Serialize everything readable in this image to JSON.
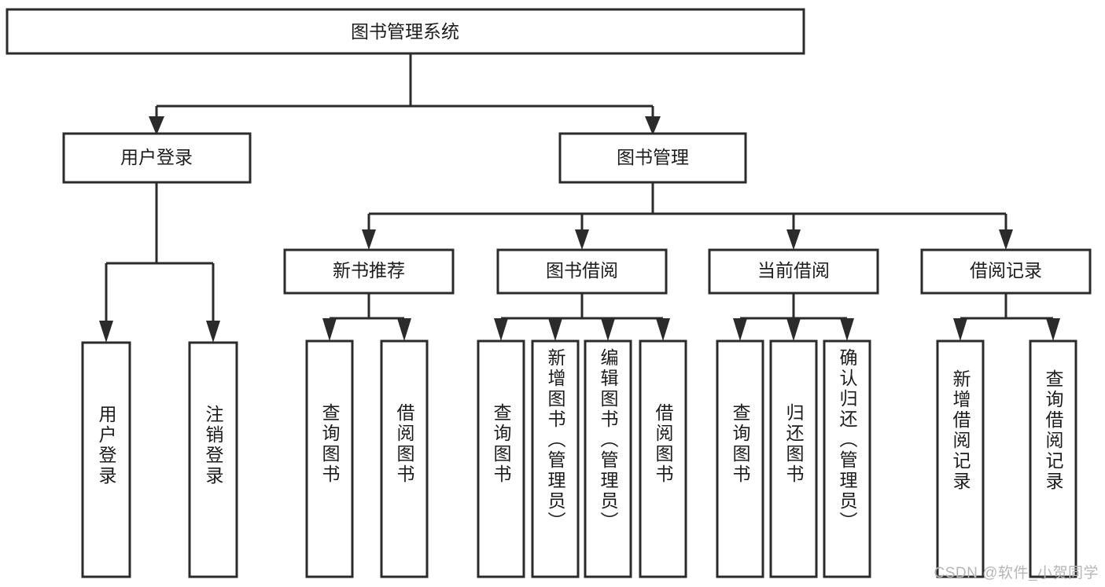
{
  "diagram": {
    "title": "图书管理系统",
    "type": "tree-hierarchy-diagram",
    "watermark": "CSDN @软件_小贺同学",
    "colors": {
      "stroke": "#2b2b2b",
      "fill": "#ffffff",
      "text": "#1c1c1c",
      "watermark": "#b6b6b6"
    },
    "nodes": {
      "root": {
        "label": "图书管理系统"
      },
      "level1": [
        {
          "id": "user-login",
          "label": "用户登录"
        },
        {
          "id": "book-management",
          "label": "图书管理"
        }
      ],
      "level2": [
        {
          "id": "new-book-recommend",
          "label": "新书推荐",
          "parent": "book-management"
        },
        {
          "id": "book-borrow",
          "label": "图书借阅",
          "parent": "book-management"
        },
        {
          "id": "current-borrow",
          "label": "当前借阅",
          "parent": "book-management"
        },
        {
          "id": "borrow-record",
          "label": "借阅记录",
          "parent": "book-management"
        }
      ],
      "leaves": {
        "user-login": [
          {
            "id": "leaf-user-login",
            "label": "用户登录"
          },
          {
            "id": "leaf-logout",
            "label": "注销登录"
          }
        ],
        "new-book-recommend": [
          {
            "id": "leaf-query-book-1",
            "label": "查询图书"
          },
          {
            "id": "leaf-borrow-book-1",
            "label": "借阅图书"
          }
        ],
        "book-borrow": [
          {
            "id": "leaf-query-book-2",
            "label": "查询图书"
          },
          {
            "id": "leaf-add-book",
            "label": "新增图书（管理员）"
          },
          {
            "id": "leaf-edit-book",
            "label": "编辑图书（管理员）"
          },
          {
            "id": "leaf-borrow-book-2",
            "label": "借阅图书"
          }
        ],
        "current-borrow": [
          {
            "id": "leaf-query-book-3",
            "label": "查询图书"
          },
          {
            "id": "leaf-return-book",
            "label": "归还图书"
          },
          {
            "id": "leaf-confirm-return",
            "label": "确认归还（管理员）"
          }
        ],
        "borrow-record": [
          {
            "id": "leaf-add-record",
            "label": "新增借阅记录"
          },
          {
            "id": "leaf-query-record",
            "label": "查询借阅记录"
          }
        ]
      }
    }
  }
}
